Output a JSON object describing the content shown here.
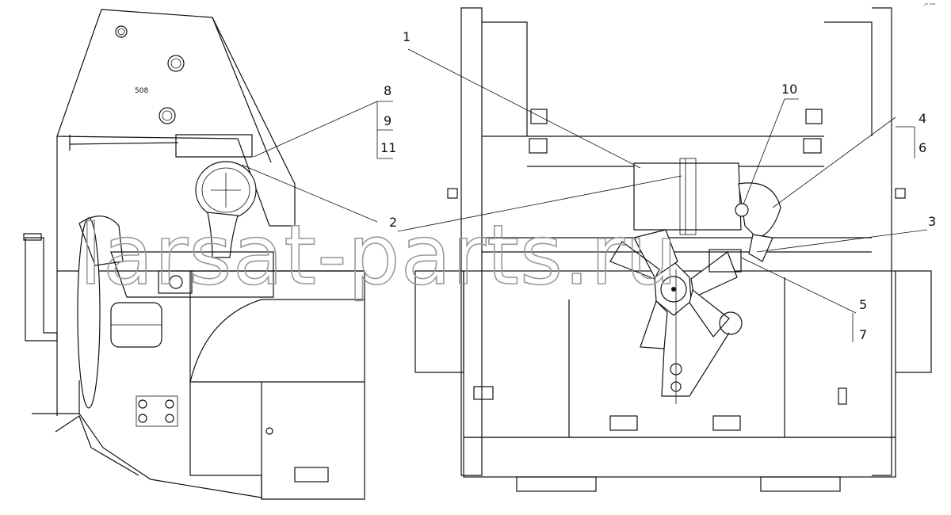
{
  "drawing": {
    "plate_mark": "508",
    "corner_mark": "ᵢᶦᵉ ᵒᵒᵒ",
    "callouts": {
      "c1": "1",
      "c2": "2",
      "c3": "3",
      "c4": "4",
      "c5": "5",
      "c6": "6",
      "c7": "7",
      "c8": "8",
      "c9": "9",
      "c10": "10",
      "c11": "11"
    },
    "watermark": "larsat-parts.ru"
  }
}
